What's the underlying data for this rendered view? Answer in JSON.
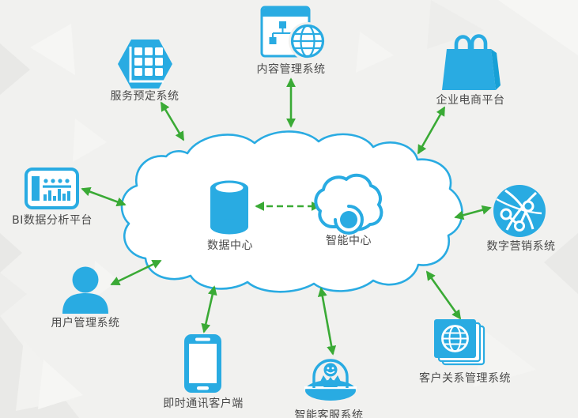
{
  "diagram": {
    "colors": {
      "icon_blue": "#29abe2",
      "arrow_green": "#3aaa35",
      "cloud_fill": "#ffffff",
      "cloud_stroke": "#29abe2",
      "background": "#f1f1ef",
      "label_text": "#4a4a4a"
    },
    "center": {
      "data_center": {
        "label": "数据中心",
        "icon": "database-icon"
      },
      "ai_center": {
        "label": "智能中心",
        "icon": "smart-cloud-icon"
      },
      "link": {
        "from": "data_center",
        "to": "ai_center",
        "style": "dashed-double-arrow"
      }
    },
    "nodes": [
      {
        "id": "service-booking",
        "label": "服务预定系统",
        "icon": "hexagon-grid-icon",
        "position": "top-left"
      },
      {
        "id": "content-management",
        "label": "内容管理系统",
        "icon": "sitemap-globe-icon",
        "position": "top-center"
      },
      {
        "id": "enterprise-ecommerce",
        "label": "企业电商平台",
        "icon": "shopping-bag-icon",
        "position": "top-right"
      },
      {
        "id": "bi-analytics",
        "label": "BI数据分析平台",
        "icon": "dashboard-icon",
        "position": "middle-left"
      },
      {
        "id": "digital-marketing",
        "label": "数字营销系统",
        "icon": "network-globe-icon",
        "position": "middle-right"
      },
      {
        "id": "user-management",
        "label": "用户管理系统",
        "icon": "user-icon",
        "position": "bottom-left"
      },
      {
        "id": "im-client",
        "label": "即时通讯客户端",
        "icon": "smartphone-icon",
        "position": "bottom-center-left"
      },
      {
        "id": "smart-customer-service",
        "label": "智能客服系统",
        "icon": "service-agent-icon",
        "position": "bottom-center"
      },
      {
        "id": "crm",
        "label": "客户关系管理系统",
        "icon": "globe-stack-icon",
        "position": "bottom-right"
      }
    ],
    "links": [
      {
        "from": "service-booking",
        "to": "cloud",
        "style": "solid-double-arrow"
      },
      {
        "from": "content-management",
        "to": "cloud",
        "style": "solid-double-arrow"
      },
      {
        "from": "enterprise-ecommerce",
        "to": "cloud",
        "style": "solid-double-arrow"
      },
      {
        "from": "bi-analytics",
        "to": "cloud",
        "style": "solid-double-arrow"
      },
      {
        "from": "digital-marketing",
        "to": "cloud",
        "style": "solid-double-arrow"
      },
      {
        "from": "user-management",
        "to": "cloud",
        "style": "solid-double-arrow"
      },
      {
        "from": "im-client",
        "to": "cloud",
        "style": "solid-double-arrow"
      },
      {
        "from": "smart-customer-service",
        "to": "cloud",
        "style": "solid-double-arrow"
      },
      {
        "from": "crm",
        "to": "cloud",
        "style": "solid-double-arrow"
      }
    ]
  }
}
